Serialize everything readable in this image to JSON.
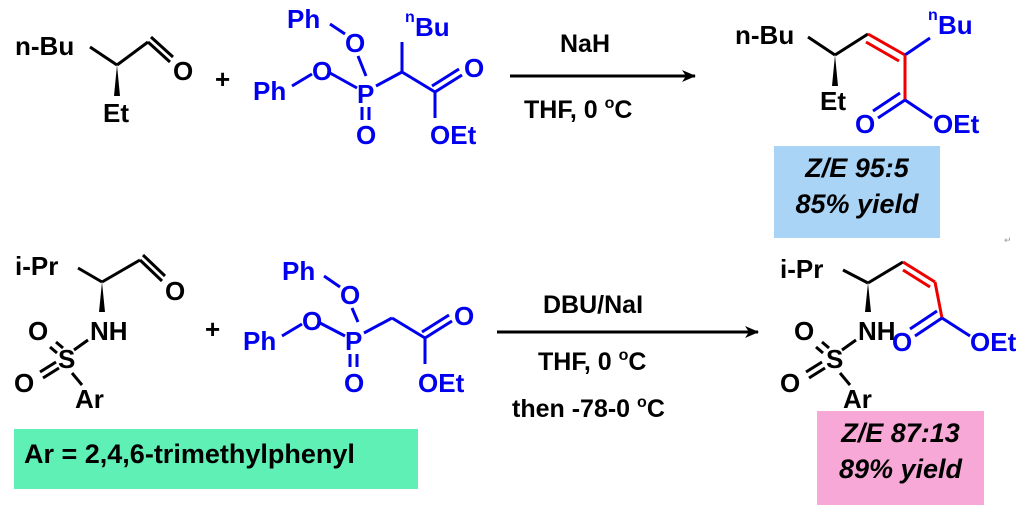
{
  "reaction1": {
    "reactant_aldehyde": {
      "alkyl": "n-Bu",
      "ethyl": "Et",
      "oxygen": "O"
    },
    "plus": "+",
    "phosphonate": {
      "ph1": "Ph",
      "o1": "O",
      "ph2": "Ph",
      "o2": "O",
      "p": "P",
      "po": "O",
      "bu_prefix": "n",
      "bu": "Bu",
      "co": "O",
      "oet": "OEt"
    },
    "conditions": {
      "reagent": "NaH",
      "solvent": "THF, 0 ",
      "deg": "o",
      "unit": "C"
    },
    "product": {
      "alkyl": "n-Bu",
      "ethyl": "Et",
      "bu_prefix": "n",
      "bu": "Bu",
      "co": "O",
      "oet": "OEt"
    },
    "result": {
      "ratio": "Z/E 95:5",
      "yield": "85% yield",
      "color": "#aad4f5"
    }
  },
  "reaction2": {
    "reactant_aldehyde": {
      "ipr": "i-Pr",
      "oxygen": "O",
      "nh": "NH",
      "s": "S",
      "so1": "O",
      "so2": "O",
      "ar": "Ar"
    },
    "plus": "+",
    "phosphonate": {
      "ph1": "Ph",
      "o1": "O",
      "ph2": "Ph",
      "o2": "O",
      "p": "P",
      "po": "O",
      "co": "O",
      "oet": "OEt"
    },
    "conditions": {
      "reagent": "DBU/NaI",
      "solvent": "THF, 0 ",
      "deg": "o",
      "unit": "C",
      "then": "then -78-0 ",
      "then_deg": "o",
      "then_unit": "C"
    },
    "product": {
      "ipr": "i-Pr",
      "nh": "NH",
      "s": "S",
      "so1": "O",
      "so2": "O",
      "ar": "Ar",
      "co": "O",
      "oet": "OEt"
    },
    "result": {
      "ratio": "Z/E 87:13",
      "yield": "89% yield",
      "color": "#f7a8d6"
    },
    "ar_definition": {
      "text": "Ar = 2,4,6-trimethylphenyl",
      "color": "#5ff0b6"
    }
  },
  "colors": {
    "black": "#000000",
    "blue": "#0000ee",
    "red": "#ee0000"
  }
}
